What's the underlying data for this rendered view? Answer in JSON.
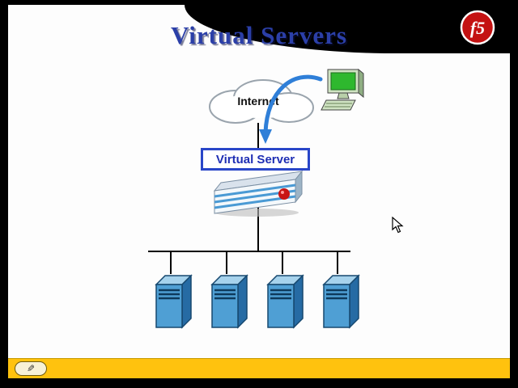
{
  "slide": {
    "title": "Virtual Servers",
    "logo": {
      "text": "f5"
    },
    "diagram": {
      "internet_label": "Internet",
      "virtual_server_label": "Virtual Server",
      "server_count": 4
    },
    "toolbar": {
      "pen_icon": "✎"
    }
  },
  "colors": {
    "title_blue": "#2b3fa8",
    "logo_red": "#c41212",
    "arrow_blue": "#2f7fd8",
    "box_border_blue": "#2946c8",
    "server_front_blue": "#4f9fd4",
    "toolbar_yellow": "#ffc20e"
  }
}
